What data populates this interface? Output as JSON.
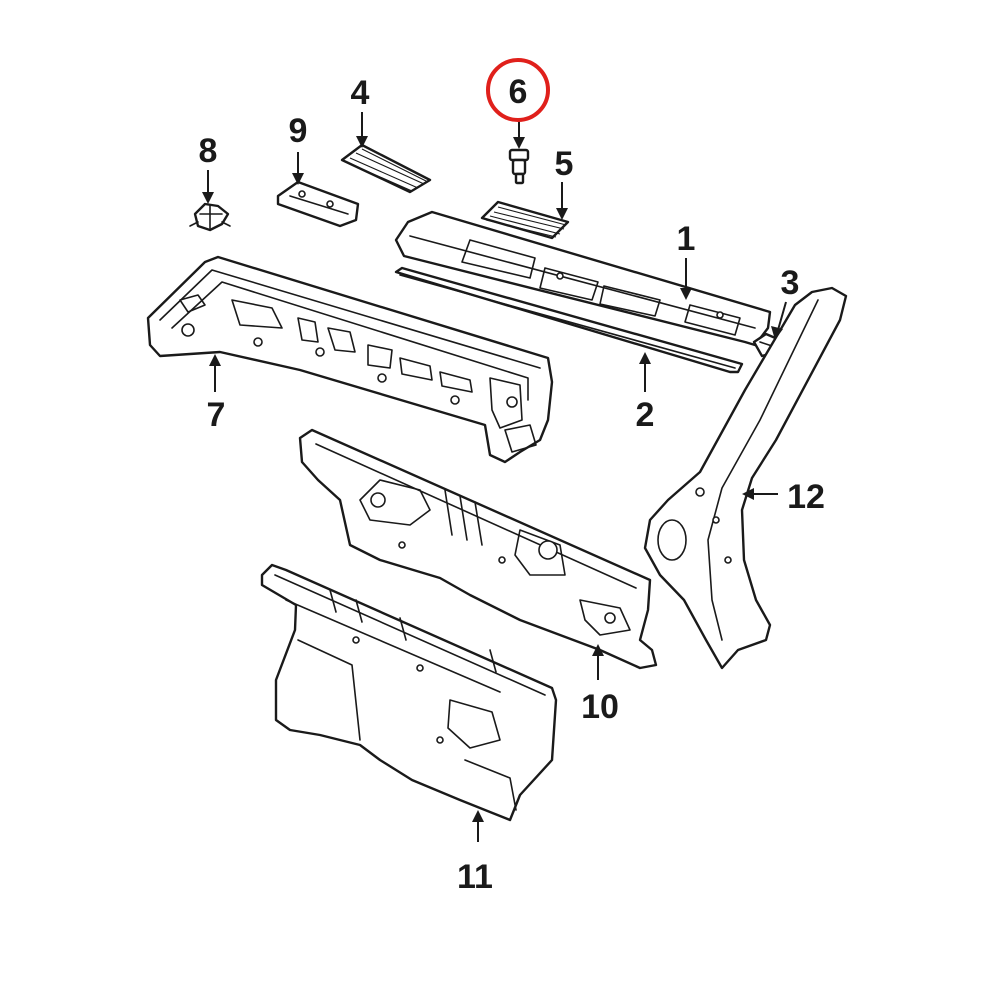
{
  "callouts": [
    {
      "id": "1",
      "label": "1"
    },
    {
      "id": "2",
      "label": "2"
    },
    {
      "id": "3",
      "label": "3"
    },
    {
      "id": "4",
      "label": "4"
    },
    {
      "id": "5",
      "label": "5"
    },
    {
      "id": "6",
      "label": "6",
      "highlighted": true
    },
    {
      "id": "7",
      "label": "7"
    },
    {
      "id": "8",
      "label": "8"
    },
    {
      "id": "9",
      "label": "9"
    },
    {
      "id": "10",
      "label": "10"
    },
    {
      "id": "11",
      "label": "11"
    },
    {
      "id": "12",
      "label": "12"
    }
  ],
  "highlight_color": "#e0201b",
  "line_color": "#1a1a1a"
}
